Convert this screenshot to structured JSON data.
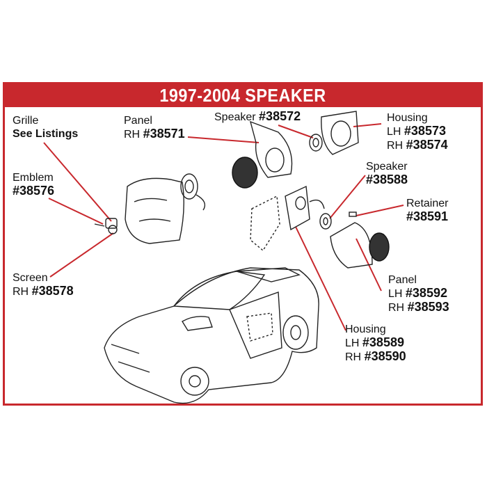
{
  "title": "1997-2004 SPEAKER",
  "colors": {
    "accent": "#c8282d",
    "leader": "#c8282d",
    "line_art": "#222222"
  },
  "labels": {
    "grille": {
      "name": "Grille",
      "value": "See Listings"
    },
    "panel_rh": {
      "name": "Panel",
      "prefix": "RH",
      "number": "#38571"
    },
    "speaker_top": {
      "name": "Speaker",
      "number": "#38572"
    },
    "housing_top": {
      "name": "Housing",
      "lh_prefix": "LH",
      "lh_number": "#38573",
      "rh_prefix": "RH",
      "rh_number": "#38574"
    },
    "emblem": {
      "name": "Emblem",
      "number": "#38576"
    },
    "speaker_right": {
      "name": "Speaker",
      "number": "#38588"
    },
    "retainer": {
      "name": "Retainer",
      "number": "#38591"
    },
    "screen": {
      "name": "Screen",
      "prefix": "RH",
      "number": "#38578"
    },
    "panel_right": {
      "name": "Panel",
      "lh_prefix": "LH",
      "lh_number": "#38592",
      "rh_prefix": "RH",
      "rh_number": "#38593"
    },
    "housing_bottom": {
      "name": "Housing",
      "lh_prefix": "LH",
      "lh_number": "#38589",
      "rh_prefix": "RH",
      "rh_number": "#38590"
    }
  }
}
